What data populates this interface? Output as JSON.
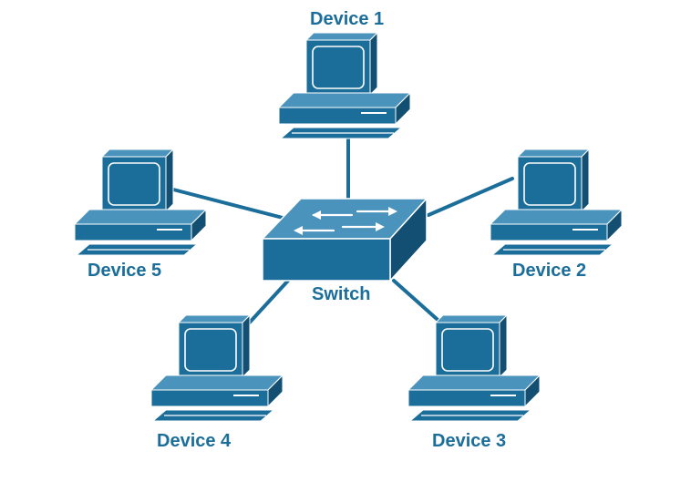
{
  "diagram": {
    "type": "star-network-topology",
    "colors": {
      "primary": "#1b6d9a",
      "dark": "#134f72",
      "light_edge": "#ffffff",
      "label": "#1b6d9a",
      "background": "#ffffff"
    },
    "hub": {
      "label": "Switch",
      "icon": "network-switch-icon"
    },
    "devices": [
      {
        "label": "Device 1",
        "icon": "computer-icon"
      },
      {
        "label": "Device 2",
        "icon": "computer-icon"
      },
      {
        "label": "Device 3",
        "icon": "computer-icon"
      },
      {
        "label": "Device 4",
        "icon": "computer-icon"
      },
      {
        "label": "Device 5",
        "icon": "computer-icon"
      }
    ]
  }
}
